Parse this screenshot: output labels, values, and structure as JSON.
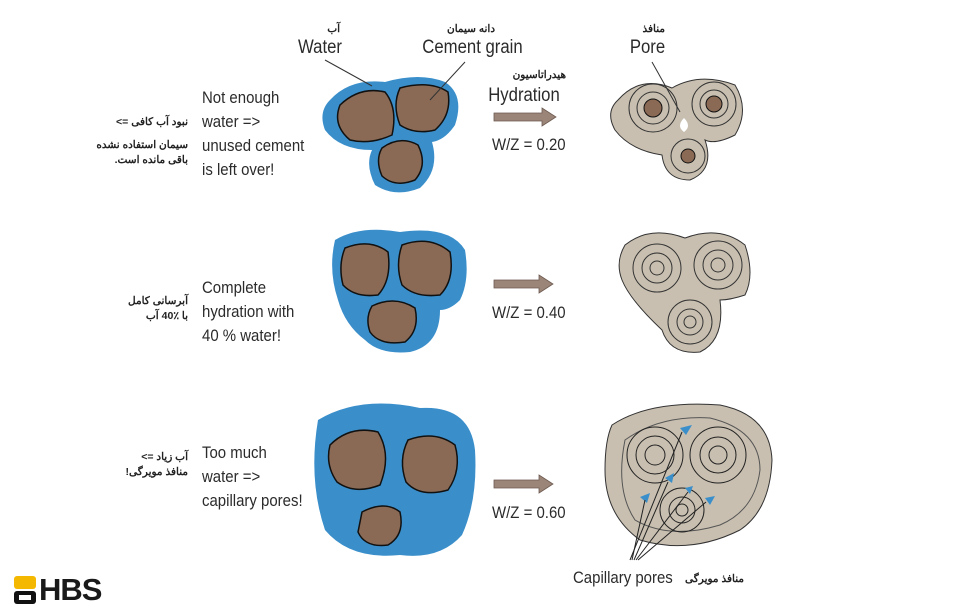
{
  "labels": {
    "water_fa": "آب",
    "water": "Water",
    "cement_fa": "دانه سیمان",
    "cement": "Cement grain",
    "hydration_fa": "هیدراتاسیون",
    "hydration": "Hydration",
    "pore_fa": "منافذ",
    "pore": "Pore",
    "capillary": "Capillary pores",
    "capillary_fa": "منافذ مویرگی"
  },
  "rows": [
    {
      "en": [
        "Not enough",
        "water =>",
        "unused cement",
        "is left over!"
      ],
      "fa": [
        "نبود آب کافی =>",
        "سیمان استفاده نشده",
        "باقی مانده است."
      ],
      "ratio": "W/Z = 0.20"
    },
    {
      "en": [
        "Complete",
        "hydration with",
        "40 % water!"
      ],
      "fa": [
        "آبرسانی کامل",
        "با ٪40 آب"
      ],
      "ratio": "W/Z = 0.40"
    },
    {
      "en": [
        "Too much",
        "water =>",
        "capillary pores!"
      ],
      "fa": [
        "آب زیاد =>",
        "منافذ مویرگی!"
      ],
      "ratio": "W/Z = 0.60"
    }
  ],
  "logo": {
    "text": "HBS",
    "color": "#f5b800"
  },
  "colors": {
    "water": "#3a8fcb",
    "cement": "#8a6a55",
    "hydrated": "#c8bfb0"
  }
}
